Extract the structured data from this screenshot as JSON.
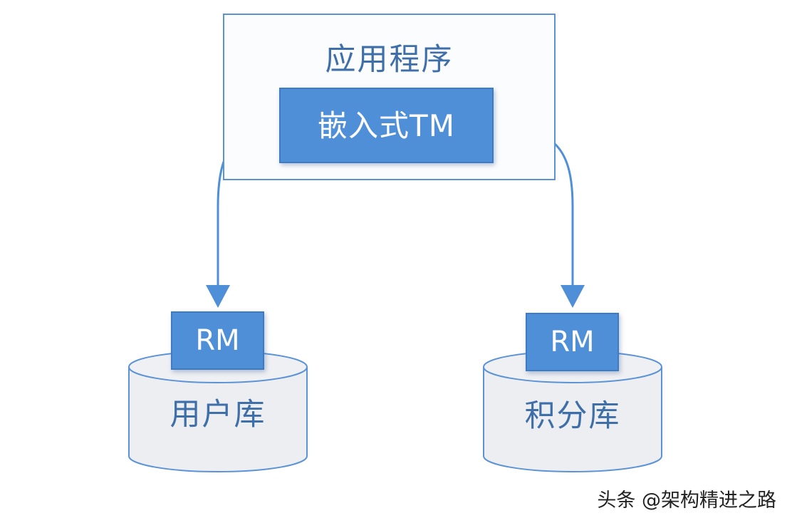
{
  "diagram": {
    "application_label": "应用程序",
    "transaction_manager_label": "嵌入式TM",
    "databases": [
      {
        "rm_label": "RM",
        "db_label": "用户库"
      },
      {
        "rm_label": "RM",
        "db_label": "积分库"
      }
    ],
    "colors": {
      "box_fill": "#4f8fd8",
      "box_border": "#3e7bc4",
      "outline": "#5b93d6",
      "text_blue": "#3e6fa8",
      "cylinder_fill": "#eceef1"
    }
  },
  "watermark": "头条 @架构精进之路"
}
